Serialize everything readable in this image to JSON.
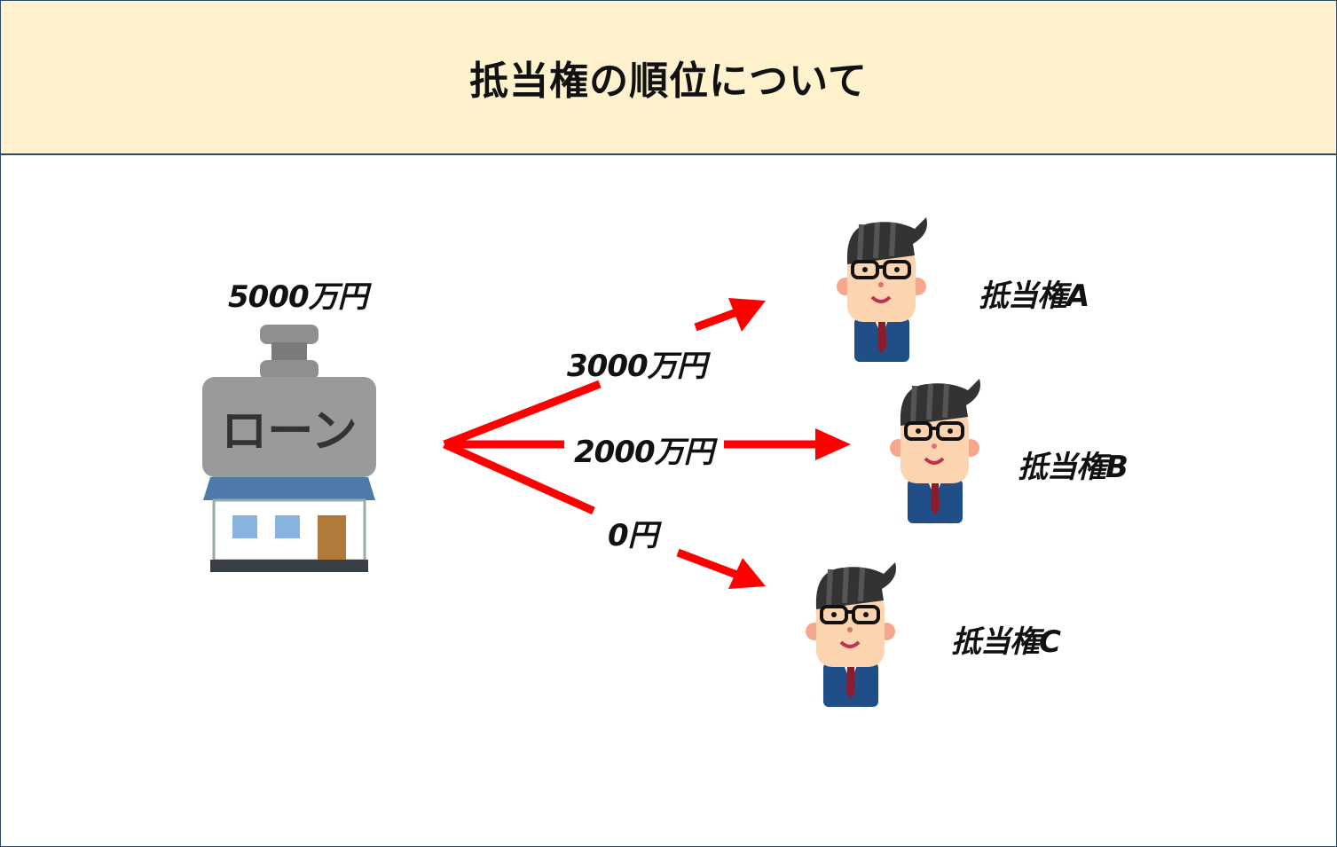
{
  "title": "抵当権の順位について",
  "property": {
    "value": "5000万円",
    "sign_text": "ローン"
  },
  "distributions": [
    {
      "amount": "3000万円",
      "holder": "抵当権A"
    },
    {
      "amount": "2000万円",
      "holder": "抵当権B"
    },
    {
      "amount": "0円",
      "holder": "抵当権C"
    }
  ],
  "colors": {
    "header_bg": "#fff2cc",
    "arrow": "#ff0000",
    "border": "#2b4a6b"
  }
}
